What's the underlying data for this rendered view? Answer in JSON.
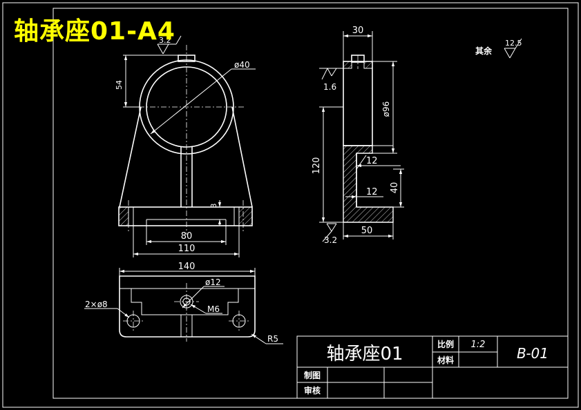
{
  "header": {
    "title": "轴承座01-A4"
  },
  "colors": {
    "background": "#000000",
    "lines": "#ffffff",
    "title": "#ffff00",
    "hatch": "#ffffff"
  },
  "front_view": {
    "roughness_top": "3.2",
    "dim_height": "54",
    "dim_diameter": "ø40",
    "dim_slot_depth": "3",
    "dim_base_slot": "80",
    "dim_base_width": "110"
  },
  "side_view": {
    "dim_width_top": "30",
    "roughness_top": "1.6",
    "dim_diameter": "ø96",
    "dim_height": "120",
    "dim_step_upper": "12",
    "dim_step_lower": "12",
    "dim_right": "40",
    "dim_base": "50",
    "roughness_bottom": "3.2"
  },
  "general_roughness": {
    "label": "其余",
    "value": "12.5"
  },
  "top_view": {
    "dim_length": "140",
    "dim_hole": "ø12",
    "dim_holes": "2×ø8",
    "dim_thread": "M6",
    "dim_radius": "R5"
  },
  "title_block": {
    "part_name": "轴承座01",
    "scale_label": "比例",
    "scale_value": "1:2",
    "material_label": "材料",
    "drawing_no": "B-01",
    "drawn_label": "制图",
    "checked_label": "审核"
  }
}
